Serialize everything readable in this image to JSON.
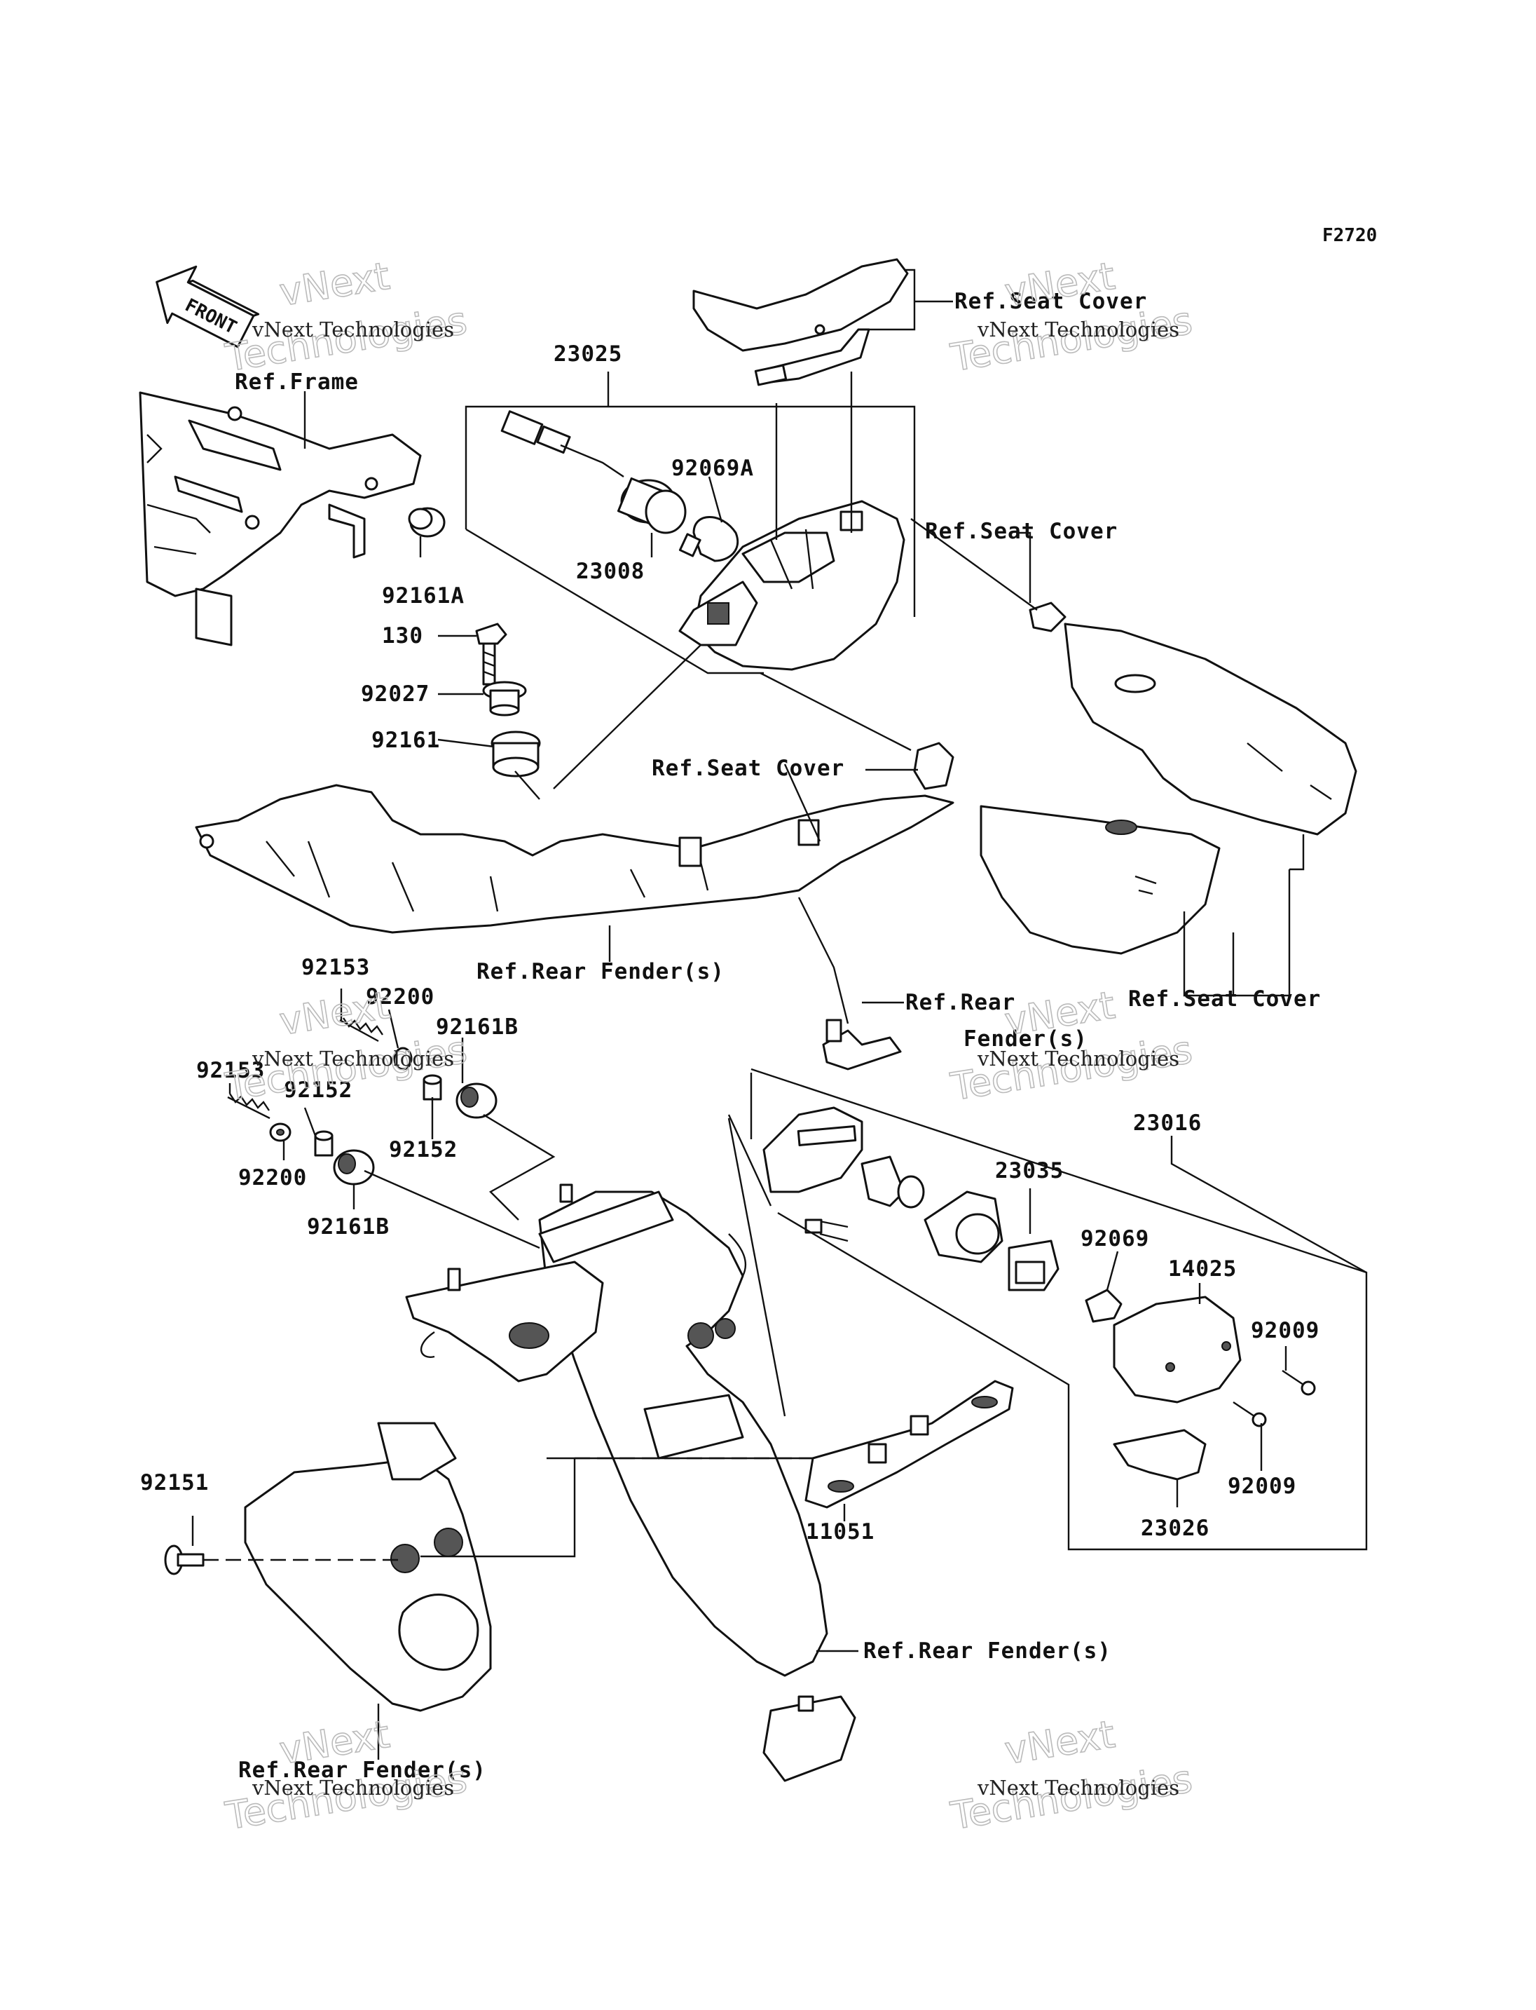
{
  "diagram_code": "F2720",
  "front_arrow_label": "FRONT",
  "watermark": {
    "line1": "vNext Technologies",
    "outline_a": "vNext",
    "outline_b": "Technologies"
  },
  "labels": {
    "ref_frame": "Ref.Frame",
    "ref_seat_cover_top": "Ref.Seat Cover",
    "p23025": "23025",
    "p92069A": "92069A",
    "p23008": "23008",
    "ref_seat_cover_mid": "Ref.Seat Cover",
    "p92161A": "92161A",
    "p130": "130",
    "p92027": "92027",
    "p92161": "92161",
    "ref_seat_cover_low": "Ref.Seat Cover",
    "ref_rear_fender_1": "Ref.Rear Fender(s)",
    "ref_rear_2a": "Ref.Rear",
    "ref_rear_2b": "Fender(s)",
    "ref_seat_cover_right": "Ref.Seat Cover",
    "p92153_a": "92153",
    "p92200_a": "92200",
    "p92153_b": "92153",
    "p92161B_a": "92161B",
    "p92152_a": "92152",
    "p92152_b": "92152",
    "p92200_b": "92200",
    "p92161B_b": "92161B",
    "p23016": "23016",
    "p23035": "23035",
    "p92069": "92069",
    "p14025": "14025",
    "p92009_a": "92009",
    "p92009_b": "92009",
    "p23026": "23026",
    "p92151": "92151",
    "p11051": "11051",
    "ref_rear_fender_3": "Ref.Rear Fender(s)",
    "ref_rear_fender_4": "Ref.Rear Fender(s)"
  }
}
